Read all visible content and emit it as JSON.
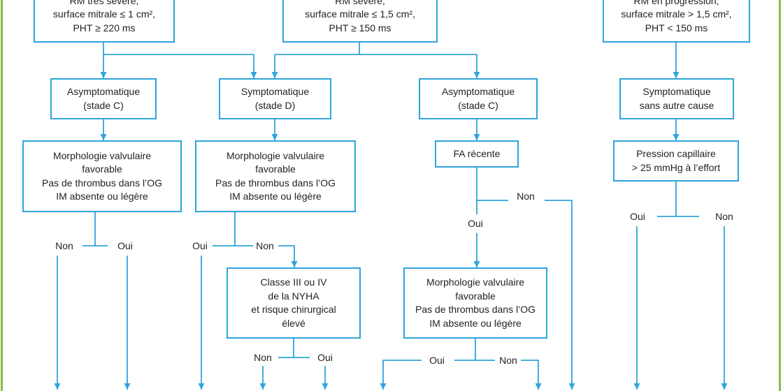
{
  "colors": {
    "box_border": "#2ea5db",
    "frame": "#8db84a",
    "text": "#231f20"
  },
  "boxes": {
    "rm_tres_severe": [
      "RM très sévère,",
      "surface mitrale ≤ 1 cm²,",
      "PHT ≥ 220 ms"
    ],
    "rm_severe": [
      "RM sévère,",
      "surface mitrale ≤ 1,5 cm²,",
      "PHT ≥ 150 ms"
    ],
    "rm_progression": [
      "RM en progression,",
      "surface mitrale > 1,5 cm²,",
      "PHT < 150 ms"
    ],
    "asympto_1": [
      "Asymptomatique",
      "(stade C)"
    ],
    "sympto_d": [
      "Symptomatique",
      "(stade D)"
    ],
    "asympto_2": [
      "Asymptomatique",
      "(stade C)"
    ],
    "sympto_autre": [
      "Symptomatique",
      "sans autre cause"
    ],
    "morpho_1": [
      "Morphologie valvulaire",
      "favorable",
      "Pas de thrombus dans l’OG",
      "IM absente ou légère"
    ],
    "morpho_2": [
      "Morphologie valvulaire",
      "favorable",
      "Pas de thrombus dans l’OG",
      "IM absente ou légère"
    ],
    "fa_recente": [
      "FA récente"
    ],
    "pression": [
      "Pression capillaire",
      "> 25 mmHg à l’effort"
    ],
    "nyha": [
      "Classe III ou IV",
      "de la NYHA",
      "et risque chirurgical",
      "élevé"
    ],
    "morpho_3": [
      "Morphologie valvulaire",
      "favorable",
      "Pas de thrombus dans l’OG",
      "IM absente ou légère"
    ]
  },
  "decisions": {
    "morpho_1": {
      "non": "Non",
      "oui": "Oui"
    },
    "morpho_2": {
      "oui": "Oui",
      "non": "Non"
    },
    "nyha": {
      "non": "Non",
      "oui": "Oui"
    },
    "fa_recente": {
      "non": "Non",
      "oui": "Oui"
    },
    "morpho_3": {
      "oui": "Oui",
      "non": "Non"
    },
    "pression": {
      "oui": "Oui",
      "non": "Non"
    }
  }
}
